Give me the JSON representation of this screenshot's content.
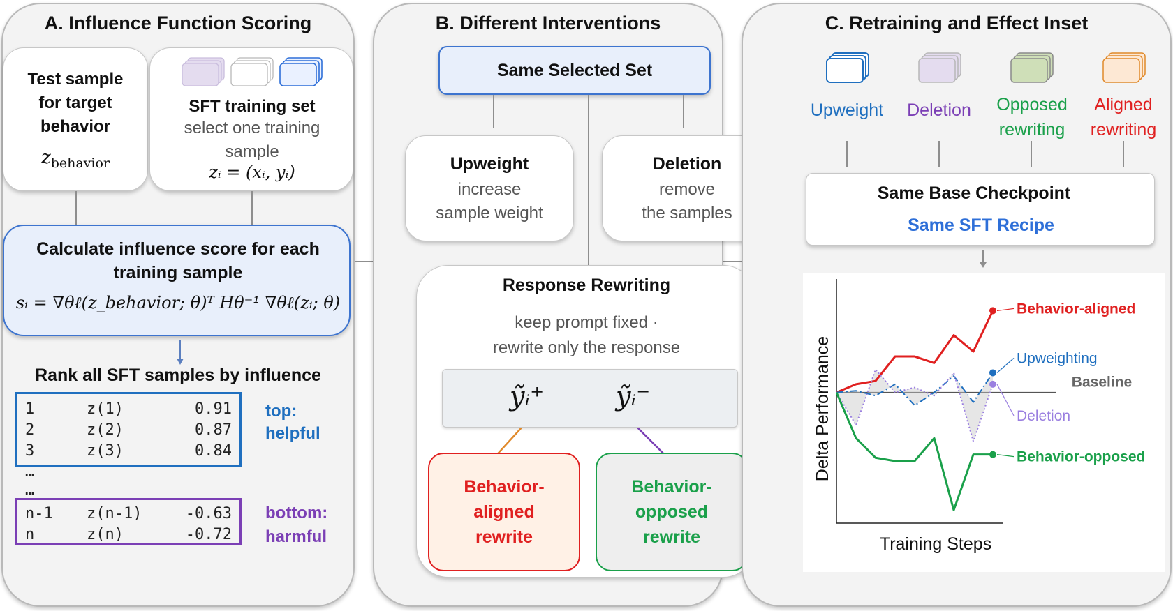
{
  "panel_a": {
    "title": "A. Influence Function Scoring",
    "test_sample": {
      "title": "Test sample for target behavior",
      "var_main": "z",
      "var_sub": "behavior"
    },
    "sft_set": {
      "title": "SFT training set",
      "desc": "select one training sample",
      "formula": "zᵢ = (xᵢ, yᵢ)"
    },
    "calc": {
      "title": "Calculate influence score for each training sample",
      "formula": "sᵢ = ∇θℓ(z_behavior; θ)ᵀ Hθ⁻¹ ∇θℓ(zᵢ; θ)"
    },
    "rank_title": "Rank all SFT samples by influence",
    "top_rows": [
      {
        "idx": "1",
        "sample": "z(1)",
        "score": "0.91"
      },
      {
        "idx": "2",
        "sample": "z(2)",
        "score": "0.87"
      },
      {
        "idx": "3",
        "sample": "z(3)",
        "score": "0.84"
      }
    ],
    "ellipsis_1": "…",
    "ellipsis_2": "…",
    "bottom_rows": [
      {
        "idx": "n-1",
        "sample": "z(n-1)",
        "score": "-0.63"
      },
      {
        "idx": "n",
        "sample": "z(n)",
        "score": "-0.72"
      }
    ],
    "top_label_1": "top:",
    "top_label_2": "helpful",
    "bottom_label_1": "bottom:",
    "bottom_label_2": "harmful"
  },
  "panel_b": {
    "title": "B. Different Interventions",
    "selected_set": "Same Selected Set",
    "upweight": {
      "title": "Upweight",
      "line1": "increase",
      "line2": "sample weight"
    },
    "deletion": {
      "title": "Deletion",
      "line1": "remove",
      "line2": "the samples"
    },
    "rewriting": {
      "title": "Response Rewriting",
      "line1": "keep prompt fixed ·",
      "line2": "rewrite only the response",
      "y_plus": "ỹᵢ⁺",
      "y_minus": "ỹᵢ⁻"
    },
    "aligned": {
      "l1": "Behavior-",
      "l2": "aligned",
      "l3": "rewrite"
    },
    "opposed": {
      "l1": "Behavior-",
      "l2": "opposed",
      "l3": "rewrite"
    }
  },
  "panel_c": {
    "title": "C. Retraining and Effect Inset",
    "interventions": [
      {
        "l1": "Upweight",
        "l2": "",
        "color": "#1f6fbf"
      },
      {
        "l1": "Deletion",
        "l2": "",
        "color": "#7b3fb5"
      },
      {
        "l1": "Opposed",
        "l2": "rewriting",
        "color": "#1aa04a"
      },
      {
        "l1": "Aligned",
        "l2": "rewriting",
        "color": "#e02020"
      }
    ],
    "checkpoint": "Same Base Checkpoint",
    "recipe": "Same SFT Recipe"
  },
  "colors": {
    "upweight": "#1f6fbf",
    "deletion": "#7b3fb5",
    "opposed": "#1aa04a",
    "aligned": "#e02020",
    "recipe_blue": "#2e6fd8",
    "highlight_bg": "#e8effb",
    "highlight_border": "#3d74cf"
  },
  "chart_data": {
    "type": "line",
    "xlabel": "Training Steps",
    "ylabel": "Delta Performance",
    "x": [
      0,
      1,
      2,
      3,
      4,
      5,
      6,
      7,
      8
    ],
    "series": [
      {
        "name": "Behavior-aligned",
        "color": "#e02020",
        "style": "solid",
        "values": [
          0.0,
          0.05,
          0.07,
          0.22,
          0.22,
          0.18,
          0.35,
          0.25,
          0.5
        ]
      },
      {
        "name": "Upweighting",
        "color": "#1f6fbf",
        "style": "dashdot",
        "values": [
          0.0,
          0.01,
          -0.02,
          0.05,
          -0.08,
          0.0,
          0.1,
          -0.06,
          0.12
        ]
      },
      {
        "name": "Deletion",
        "color": "#9a7fe0",
        "style": "dotted",
        "values": [
          0.0,
          -0.2,
          0.14,
          0.0,
          0.03,
          -0.02,
          0.12,
          -0.3,
          0.05
        ]
      },
      {
        "name": "Behavior-opposed",
        "color": "#1aa04a",
        "style": "solid",
        "values": [
          0.0,
          -0.28,
          -0.4,
          -0.42,
          -0.42,
          -0.28,
          -0.72,
          -0.38,
          -0.38
        ]
      }
    ],
    "baseline_label": "Baseline",
    "ylim": [
      -0.8,
      0.6
    ],
    "grid": false
  }
}
